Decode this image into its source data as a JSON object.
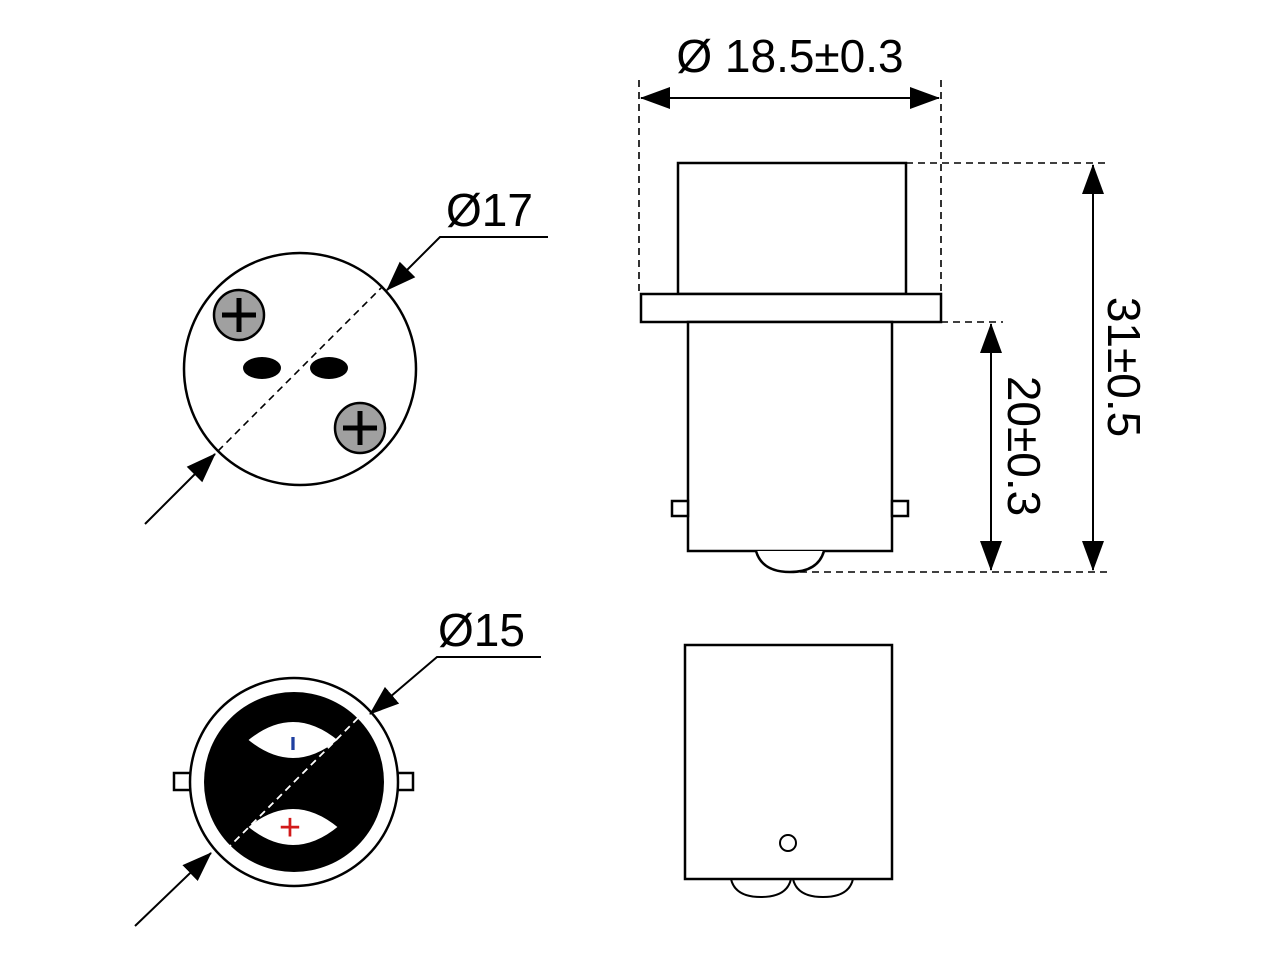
{
  "dimensions": {
    "top_view_diameter": "Ø17",
    "bottom_view_diameter": "Ø15",
    "body_width": "Ø 18.5±0.3",
    "overall_height": "31±0.5",
    "base_height": "20±0.3"
  },
  "contact_marks": {
    "negative": "ı",
    "positive": "+"
  },
  "colors": {
    "line": "#000000",
    "screw_fill": "#a0a0a0",
    "negative_mark": "#1f3fa0",
    "positive_mark": "#d21a1a"
  }
}
